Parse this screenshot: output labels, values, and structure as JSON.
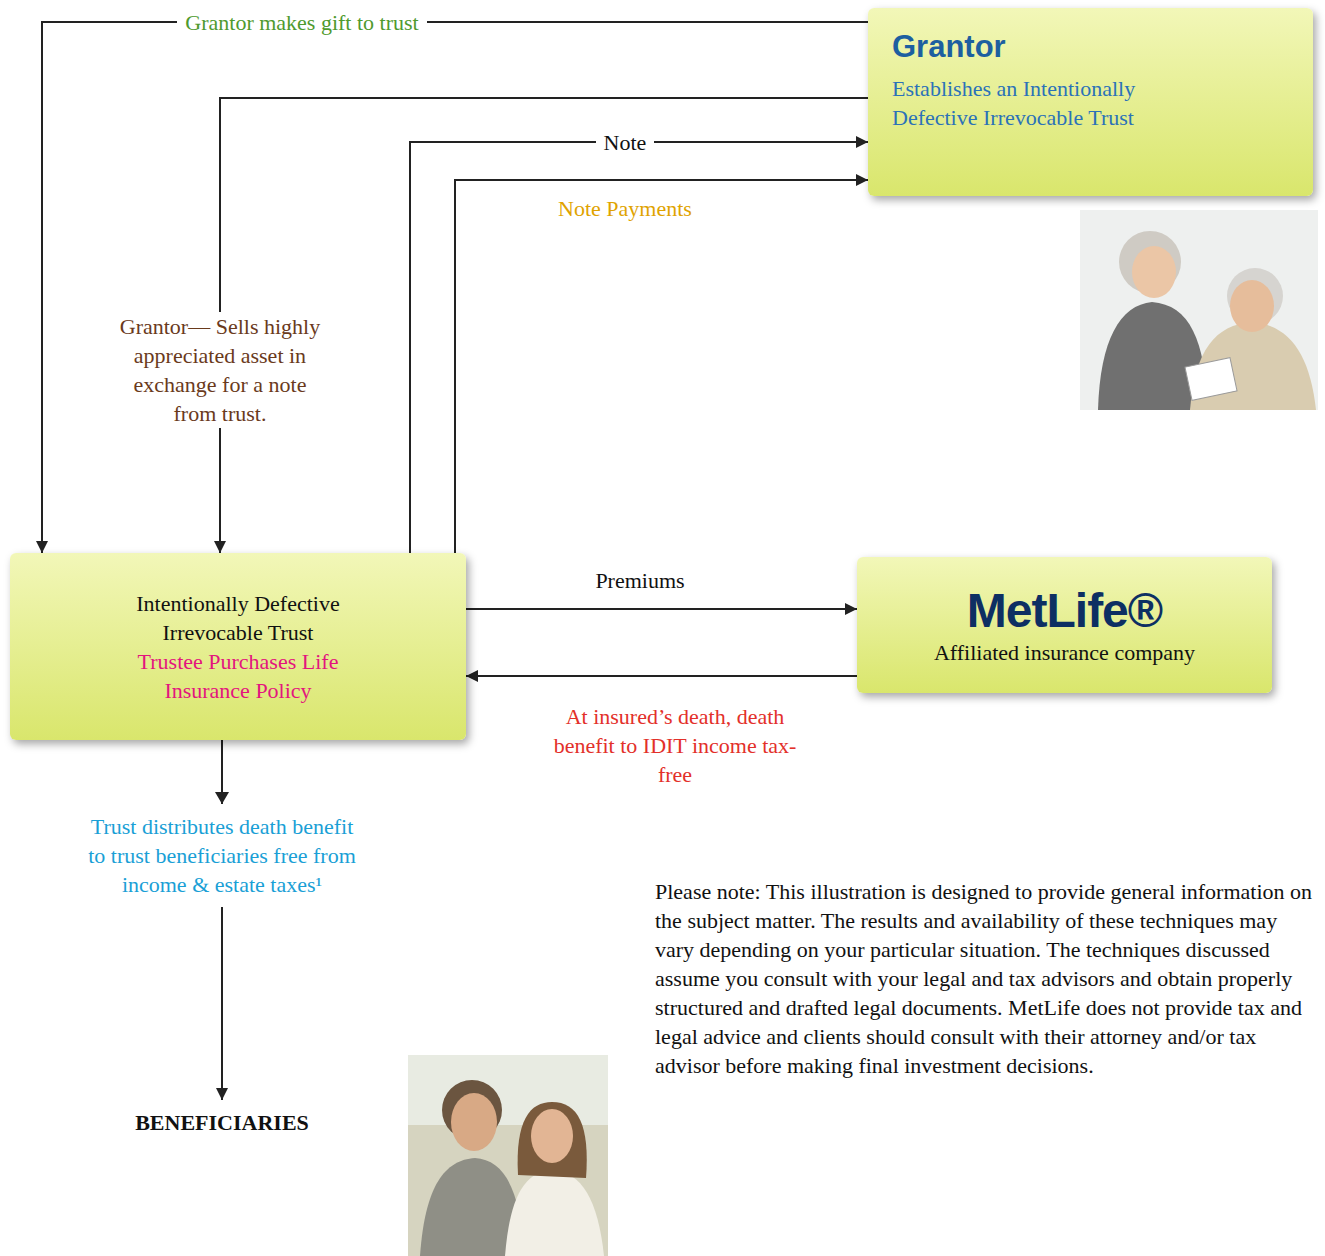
{
  "diagram": {
    "nodes": [
      {
        "text": [
          "Grantor",
          "Establishes an Intentionally Defective Irrevocable Trust"
        ]
      },
      {
        "text": [
          "Intentionally Defective Irrevocable Trust",
          "Trustee Purchases Life Insurance Policy"
        ]
      },
      {
        "text": [
          "MetLife®",
          "Affiliated insurance company"
        ]
      },
      {
        "text": [
          "BENEFICIARIES"
        ]
      }
    ],
    "edges": [
      {
        "from": 0,
        "to": 1,
        "label": "Grantor makes gift to trust",
        "arrow": "to"
      },
      {
        "from": 0,
        "to": 1,
        "label": "Grantor— Sells highly appreciated asset in exchange for a note from trust.",
        "arrow": "to"
      },
      {
        "from": 1,
        "to": 0,
        "label": "Note",
        "arrow": "to"
      },
      {
        "from": 1,
        "to": 0,
        "label": "Note Payments",
        "arrow": "to"
      },
      {
        "from": 1,
        "to": 2,
        "label": "Premiums",
        "arrow": "to"
      },
      {
        "from": 2,
        "to": 1,
        "label": "At insured’s death, death benefit to IDIT income tax-free",
        "arrow": "to"
      },
      {
        "from": 1,
        "to": 3,
        "label": "Trust distributes death benefit to trust beneficiaries free from income & estate taxes¹",
        "arrow": "to"
      }
    ],
    "labels": [
      "Please note: This illustration is designed to provide general information on the subject matter. The results and availability of these techniques may vary depending on your particular situation. The techniques discussed assume you consult with your legal and tax advisors and obtain properly structured and drafted legal documents. MetLife does not provide tax and legal advice and clients should consult with their attorney and/or tax advisor before making final investment decisions."
    ]
  }
}
